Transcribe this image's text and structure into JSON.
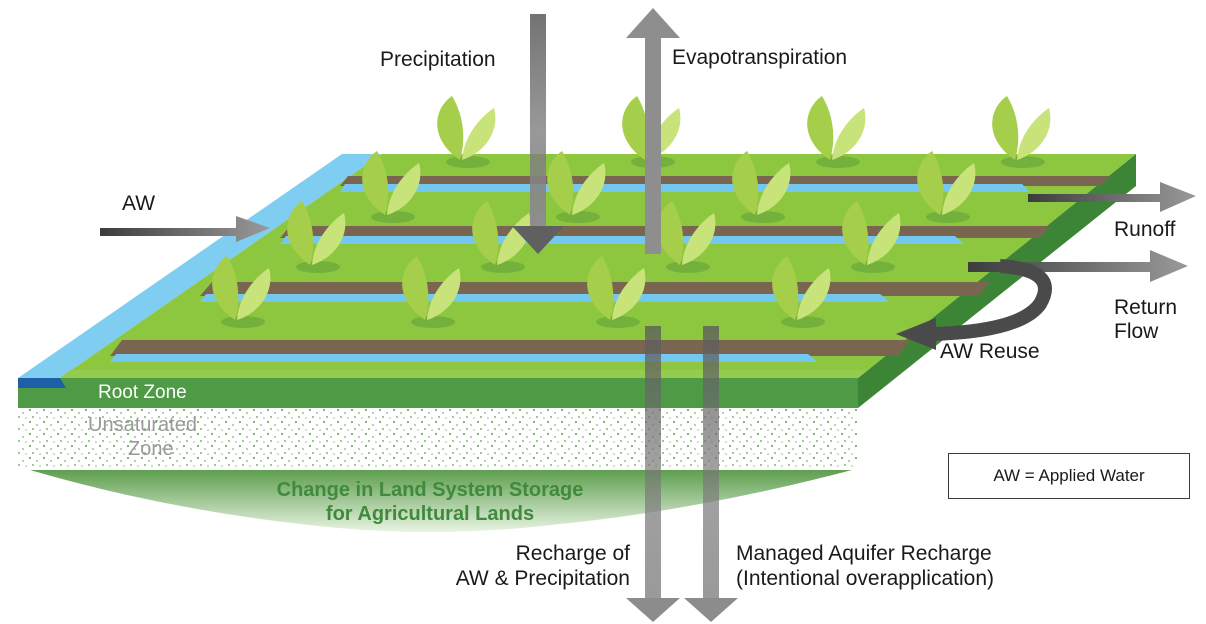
{
  "labels": {
    "precipitation": "Precipitation",
    "evapotranspiration": "Evapotranspiration",
    "aw_in": "AW",
    "runoff": "Runoff",
    "return_flow_1": "Return",
    "return_flow_2": "Flow",
    "aw_reuse": "AW Reuse",
    "root_zone": "Root Zone",
    "unsaturated_1": "Unsaturated",
    "unsaturated_2": "Zone",
    "storage_1": "Change in Land System Storage",
    "storage_2": "for Agricultural Lands",
    "recharge_1": "Recharge of",
    "recharge_2": "AW & Precipitation",
    "mar_1": "Managed Aquifer Recharge",
    "mar_2": "(Intentional overapplication)"
  },
  "legend": {
    "text": "AW = Applied Water"
  },
  "colors": {
    "field_green": "#8dc63f",
    "field_side": "#4f9a45",
    "furrow_water": "#74c7ee",
    "furrow_soil": "#7a6650",
    "canal_blue": "#7fcdf0",
    "arrow_gray": "#8c8c8c",
    "storage_green": "#3f8a3c",
    "leaf_light": "#c8e37a",
    "leaf_dark": "#a5cf4a"
  }
}
